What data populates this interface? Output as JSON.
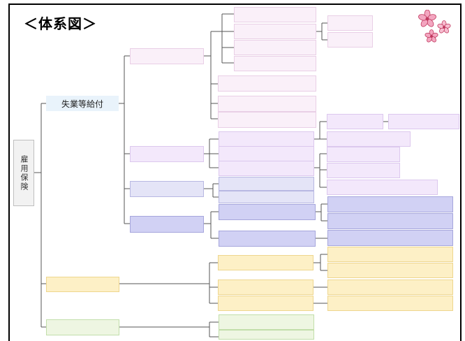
{
  "title": "＜体系図＞",
  "root_label": "雇用保険",
  "level1_label": "失業等給付",
  "decoration": [
    "cherry-blossom-icon",
    "cherry-blossom-icon",
    "cherry-blossom-icon"
  ],
  "colors": {
    "pink": "#faf0f9",
    "lavender": "#f3e8fb",
    "periwinkle": "#e4e4f7",
    "blue_purple": "#d1d1f4",
    "yellow": "#fdf0c6",
    "green": "#eef6e2",
    "light_blue": "#e9f3fb"
  }
}
